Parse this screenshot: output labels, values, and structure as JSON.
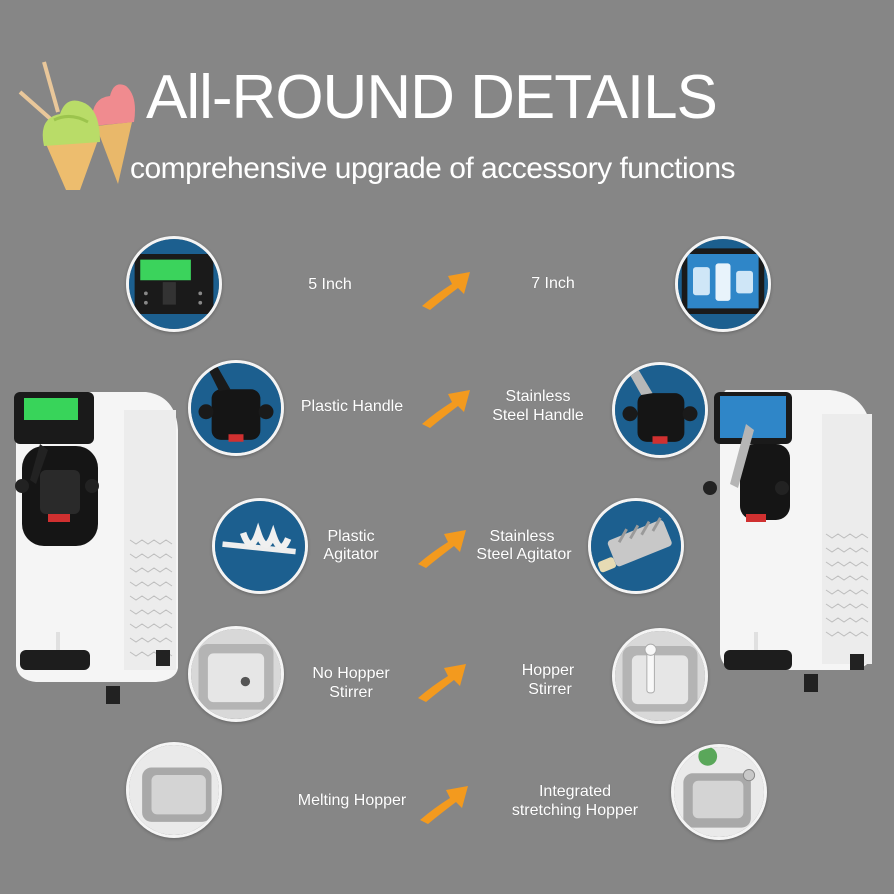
{
  "header": {
    "title": "All-ROUND DETAILS",
    "subtitle": "comprehensive upgrade of accessory functions"
  },
  "comparisons": [
    {
      "left_label": "5 Inch",
      "right_label": "7 Inch",
      "left_icon": "lcd-display-icon",
      "right_icon": "touch-screen-icon"
    },
    {
      "left_label": "Plastic Handle",
      "right_label_line1": "Stainless",
      "right_label_line2": "Steel Handle",
      "left_icon": "plastic-handle-icon",
      "right_icon": "steel-handle-icon"
    },
    {
      "left_label_line1": "Plastic",
      "left_label_line2": "Agitator",
      "right_label_line1": "Stainless",
      "right_label_line2": "Steel Agitator",
      "left_icon": "plastic-agitator-icon",
      "right_icon": "steel-agitator-icon"
    },
    {
      "left_label_line1": "No Hopper",
      "left_label_line2": "Stirrer",
      "right_label_line1": "Hopper",
      "right_label_line2": "Stirrer",
      "left_icon": "hopper-no-stirrer-icon",
      "right_icon": "hopper-stirrer-icon"
    },
    {
      "left_label": "Melting Hopper",
      "right_label_line1": "Integrated",
      "right_label_line2": "stretching Hopper",
      "left_icon": "melting-hopper-icon",
      "right_icon": "stretching-hopper-icon"
    }
  ],
  "colors": {
    "background": "#868686",
    "arrow": "#f39a1e",
    "circle_blue": "#1c5f8f",
    "text": "#ffffff"
  }
}
